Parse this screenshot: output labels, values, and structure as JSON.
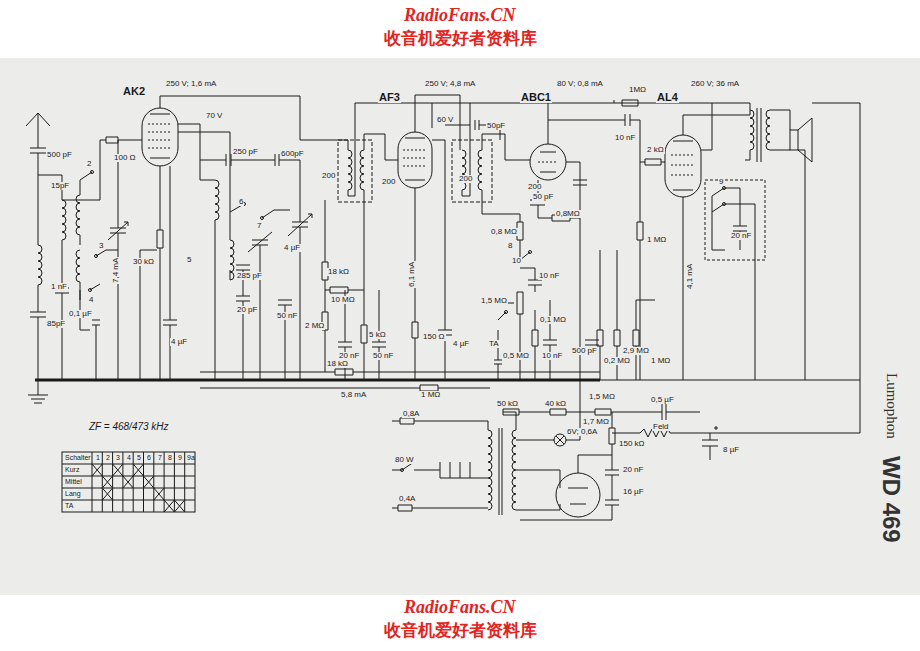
{
  "diagram": {
    "labels": [
      "RadioFans.CN",
      "收音机爱好者资料库",
      "RadioFans.CN",
      "收音机爱好者资料库",
      "AK2",
      "250 V; 1,6 mA",
      "70 V",
      "AF3",
      "250 V; 4,8 mA",
      "60 V",
      "50pF",
      "ABC1",
      "80 V; 0,8 mA",
      "1MΩ",
      "AL4",
      "260 V; 36 mA",
      "500 pF",
      "15pF",
      "1 nF",
      "85pF",
      "100 Ω",
      "30 kΩ",
      "7,4 mA",
      "4 µF",
      "250 pF",
      "600pF",
      "285 pF",
      "20 pF",
      "0,1 µF",
      "4 µF",
      "50 nF",
      "18 kΩ",
      "10 MΩ",
      "2 MΩ",
      "20 nF",
      "5 kΩ",
      "50 nF",
      "200",
      "200",
      "6,1 mA",
      "200",
      "200",
      "150 Ω",
      "4 µF",
      "50 pF",
      "0,8 MΩ",
      "0,8MΩ",
      "10",
      "10 nF",
      "TA",
      "1,5 MΩ",
      "0,1 MΩ",
      "0,5 MΩ",
      "10 nF",
      "500 pF",
      "0,2 MΩ",
      "2,9 MΩ",
      "1 MΩ",
      "1 MΩ",
      "10 nF",
      "2 kΩ",
      "4,1 mA",
      "20 nF",
      "18 kΩ",
      "5,8 mA",
      "1 MΩ",
      "ZF = 468/473 kHz",
      "50 kΩ",
      "40 kΩ",
      "1,5 MΩ",
      "1,7 MΩ",
      "0,5 µF",
      "150 kΩ",
      "Feld",
      "8 µF",
      "0,8A",
      "80 W",
      "6V; 0,6A",
      "0,4A",
      "20 nF",
      "16 µF",
      "Lumophon",
      "WD 469",
      "Schalter",
      "1",
      "2",
      "3",
      "4",
      "5",
      "6",
      "7",
      "8",
      "9",
      "9a",
      "Kurz",
      "Mittel",
      "Lang",
      "TA",
      "2",
      "3",
      "4",
      "5",
      "6",
      "7",
      "8",
      "9"
    ]
  }
}
